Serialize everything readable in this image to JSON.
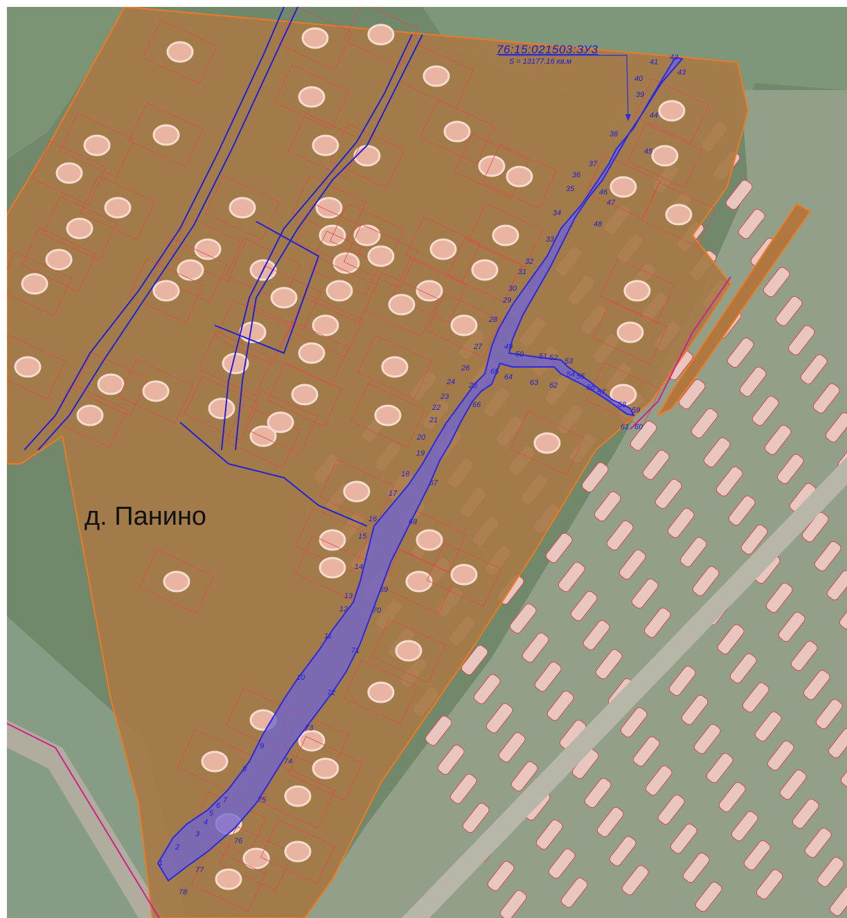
{
  "map": {
    "village_label": "д. Панино",
    "parcel": {
      "number": "76:15:021503:ЗУ3",
      "area": "S = 13177.16 кв.м"
    },
    "colors": {
      "parcel_fill": "#7a6fd0",
      "parcel_outline": "#2a2ae0",
      "territory_fill": "#a07a46",
      "territory_outline": "#f07a20",
      "red_lines": "#e04a4a",
      "blue_lines": "#2020d8",
      "magenta_line": "#d0208a",
      "background": "#6f8a67"
    },
    "vertex_labels": [
      "1",
      "2",
      "3",
      "4",
      "5",
      "6",
      "7",
      "8",
      "9",
      "10",
      "11",
      "12",
      "13",
      "14",
      "15",
      "16",
      "17",
      "18",
      "19",
      "20",
      "21",
      "22",
      "23",
      "24",
      "25",
      "26",
      "27",
      "28",
      "29",
      "30",
      "31",
      "32",
      "33",
      "34",
      "35",
      "36",
      "37",
      "38",
      "39",
      "40",
      "41",
      "42",
      "43",
      "44",
      "45",
      "46",
      "47",
      "48",
      "49",
      "50",
      "51",
      "52",
      "53",
      "54",
      "55",
      "56",
      "57",
      "58",
      "59",
      "60",
      "61",
      "62",
      "63",
      "64",
      "65",
      "66",
      "67",
      "68",
      "69",
      "70",
      "71",
      "72",
      "73",
      "74",
      "75",
      "76",
      "77",
      "78"
    ]
  }
}
